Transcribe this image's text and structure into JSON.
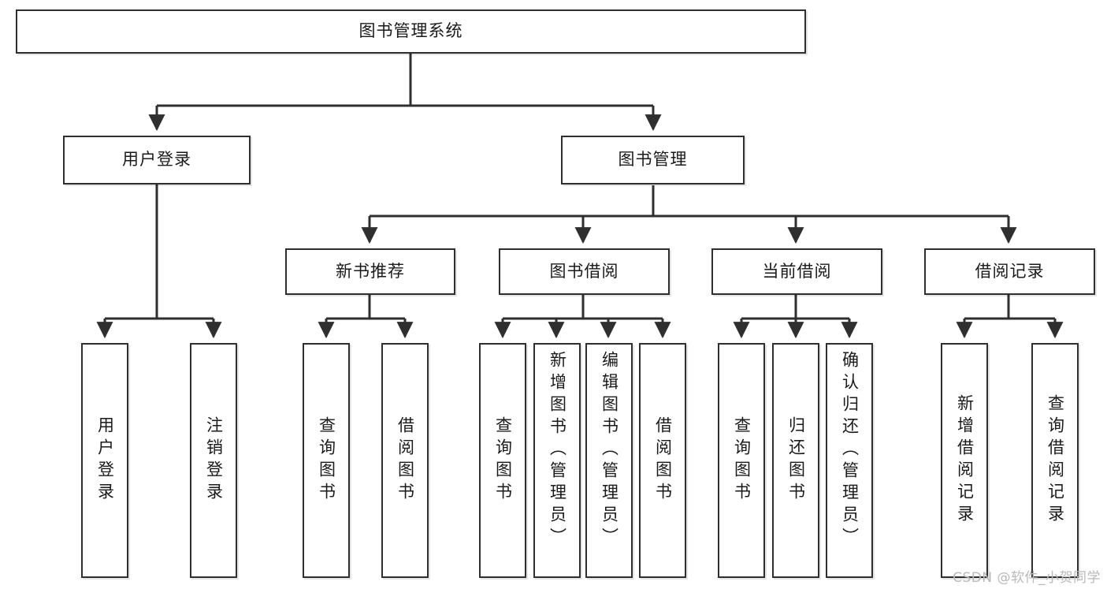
{
  "diagram": {
    "type": "tree-hierarchy",
    "title": "图书管理系统",
    "watermark": "CSDN @软件_小贺同学",
    "colors": {
      "box_border": "#2f2f2f",
      "box_fill": "#ffffff",
      "connector": "#2f2f2f",
      "text": "#1a1a1a",
      "watermark": "#b9b9b9"
    },
    "nodes": {
      "root": {
        "label": "图书管理系统",
        "level": 0
      },
      "l1": [
        {
          "id": "user-login",
          "label": "用户登录",
          "level": 1
        },
        {
          "id": "book-manage",
          "label": "图书管理",
          "level": 1
        }
      ],
      "l2": [
        {
          "id": "new-book-recommend",
          "label": "新书推荐",
          "level": 2,
          "parent": "book-manage"
        },
        {
          "id": "book-borrow",
          "label": "图书借阅",
          "level": 2,
          "parent": "book-manage"
        },
        {
          "id": "current-borrow",
          "label": "当前借阅",
          "level": 2,
          "parent": "book-manage"
        },
        {
          "id": "borrow-record",
          "label": "借阅记录",
          "level": 2,
          "parent": "book-manage"
        }
      ],
      "leaves": [
        {
          "id": "leaf-user-login",
          "label": "用户登录",
          "parent": "user-login"
        },
        {
          "id": "leaf-user-logout",
          "label": "注销登录",
          "parent": "user-login"
        },
        {
          "id": "leaf-query-book-1",
          "label": "查询图书",
          "parent": "new-book-recommend"
        },
        {
          "id": "leaf-borrow-book-1",
          "label": "借阅图书",
          "parent": "new-book-recommend"
        },
        {
          "id": "leaf-query-book-2",
          "label": "查询图书",
          "parent": "book-borrow"
        },
        {
          "id": "leaf-add-book",
          "label": "新增图书（管理员）",
          "parent": "book-borrow"
        },
        {
          "id": "leaf-edit-book",
          "label": "编辑图书（管理员）",
          "parent": "book-borrow"
        },
        {
          "id": "leaf-borrow-book-2",
          "label": "借阅图书",
          "parent": "book-borrow"
        },
        {
          "id": "leaf-query-book-3",
          "label": "查询图书",
          "parent": "current-borrow"
        },
        {
          "id": "leaf-return-book",
          "label": "归还图书",
          "parent": "current-borrow"
        },
        {
          "id": "leaf-confirm-return",
          "label": "确认归还（管理员）",
          "parent": "current-borrow"
        },
        {
          "id": "leaf-add-record",
          "label": "新增借阅记录",
          "parent": "borrow-record"
        },
        {
          "id": "leaf-query-record",
          "label": "查询借阅记录",
          "parent": "borrow-record"
        }
      ]
    }
  }
}
